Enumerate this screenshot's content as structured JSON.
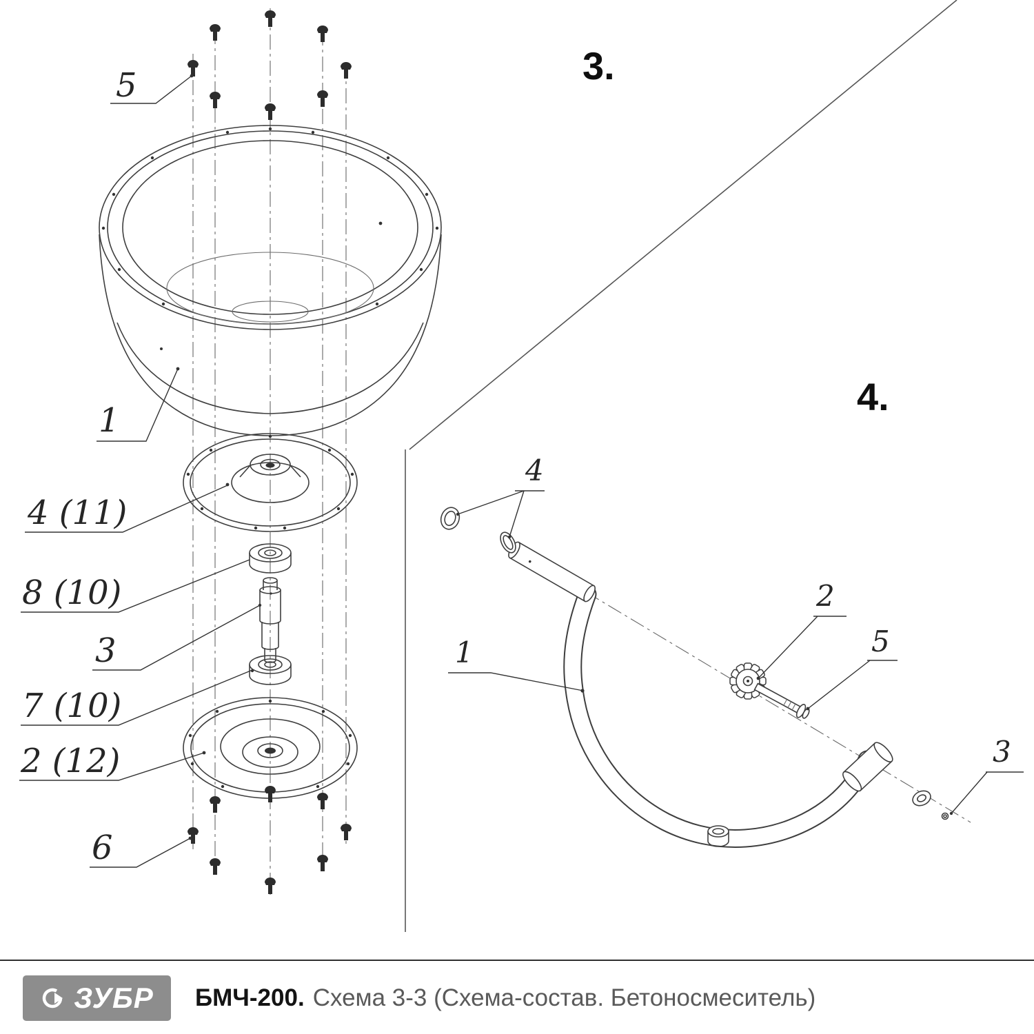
{
  "sections": {
    "left_number": "3.",
    "right_number": "4."
  },
  "drum_labels": [
    "5",
    "1",
    "4 (11)",
    "8 (10)",
    "3",
    "7 (10)",
    "2 (12)",
    "6"
  ],
  "frame_labels": [
    "4",
    "2",
    "5",
    "1",
    "3"
  ],
  "footer": {
    "logo_text": "ЗУБР",
    "model": "БМЧ-200.",
    "caption": "Схема 3-3 (Схема-состав. Бетоносмеситель)"
  },
  "colors": {
    "line": "#3e3e3e",
    "divider": "#555555",
    "logo_bg": "#8d8d8d",
    "text_dark": "#141414",
    "text_gray": "#5a5a5a"
  }
}
